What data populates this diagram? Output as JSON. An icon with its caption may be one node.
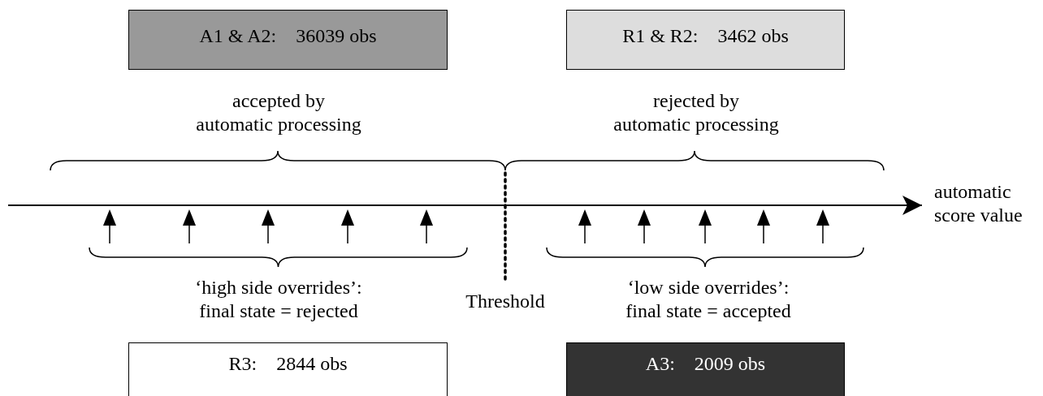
{
  "diagram": {
    "nodes": [
      {
        "text": [
          "A1 & A2:    36039 obs"
        ]
      },
      {
        "text": [
          "R1 & R2:    3462 obs"
        ]
      },
      {
        "text": [
          "R3:    2844 obs"
        ]
      },
      {
        "text": [
          "A3:    2009 obs"
        ]
      }
    ],
    "labels": [
      "accepted by automatic processing",
      "rejected by automatic processing",
      "automatic score value",
      "‘high side overrides’: final state = rejected",
      "Threshold",
      "‘low side overrides’: final state = accepted"
    ]
  }
}
